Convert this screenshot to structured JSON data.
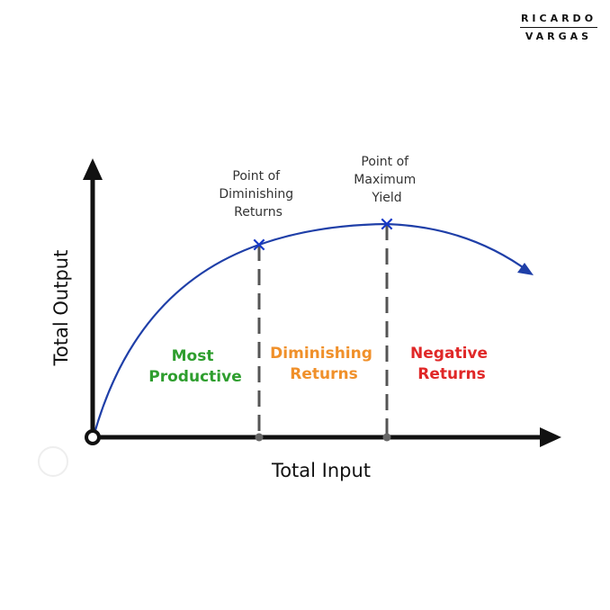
{
  "brand": {
    "line1": "RICARDO",
    "line2": "VARGAS"
  },
  "axes": {
    "x_label": "Total Input",
    "y_label": "Total Output"
  },
  "markers": {
    "diminishing": {
      "label_lines": [
        "Point of",
        "Diminishing",
        "Returns"
      ]
    },
    "maximum": {
      "label_lines": [
        "Point of",
        "Maximum",
        "Yield"
      ]
    }
  },
  "regions": [
    {
      "lines": [
        "Most",
        "Productive"
      ],
      "color": "#2e9e2e"
    },
    {
      "lines": [
        "Diminishing",
        "Returns"
      ],
      "color": "#f0902a"
    },
    {
      "lines": [
        "Negative",
        "Returns"
      ],
      "color": "#e02828"
    }
  ],
  "colors": {
    "curve": "#1f3fa8",
    "marker": "#1538c8",
    "axis": "#111111",
    "divider": "#555555"
  }
}
